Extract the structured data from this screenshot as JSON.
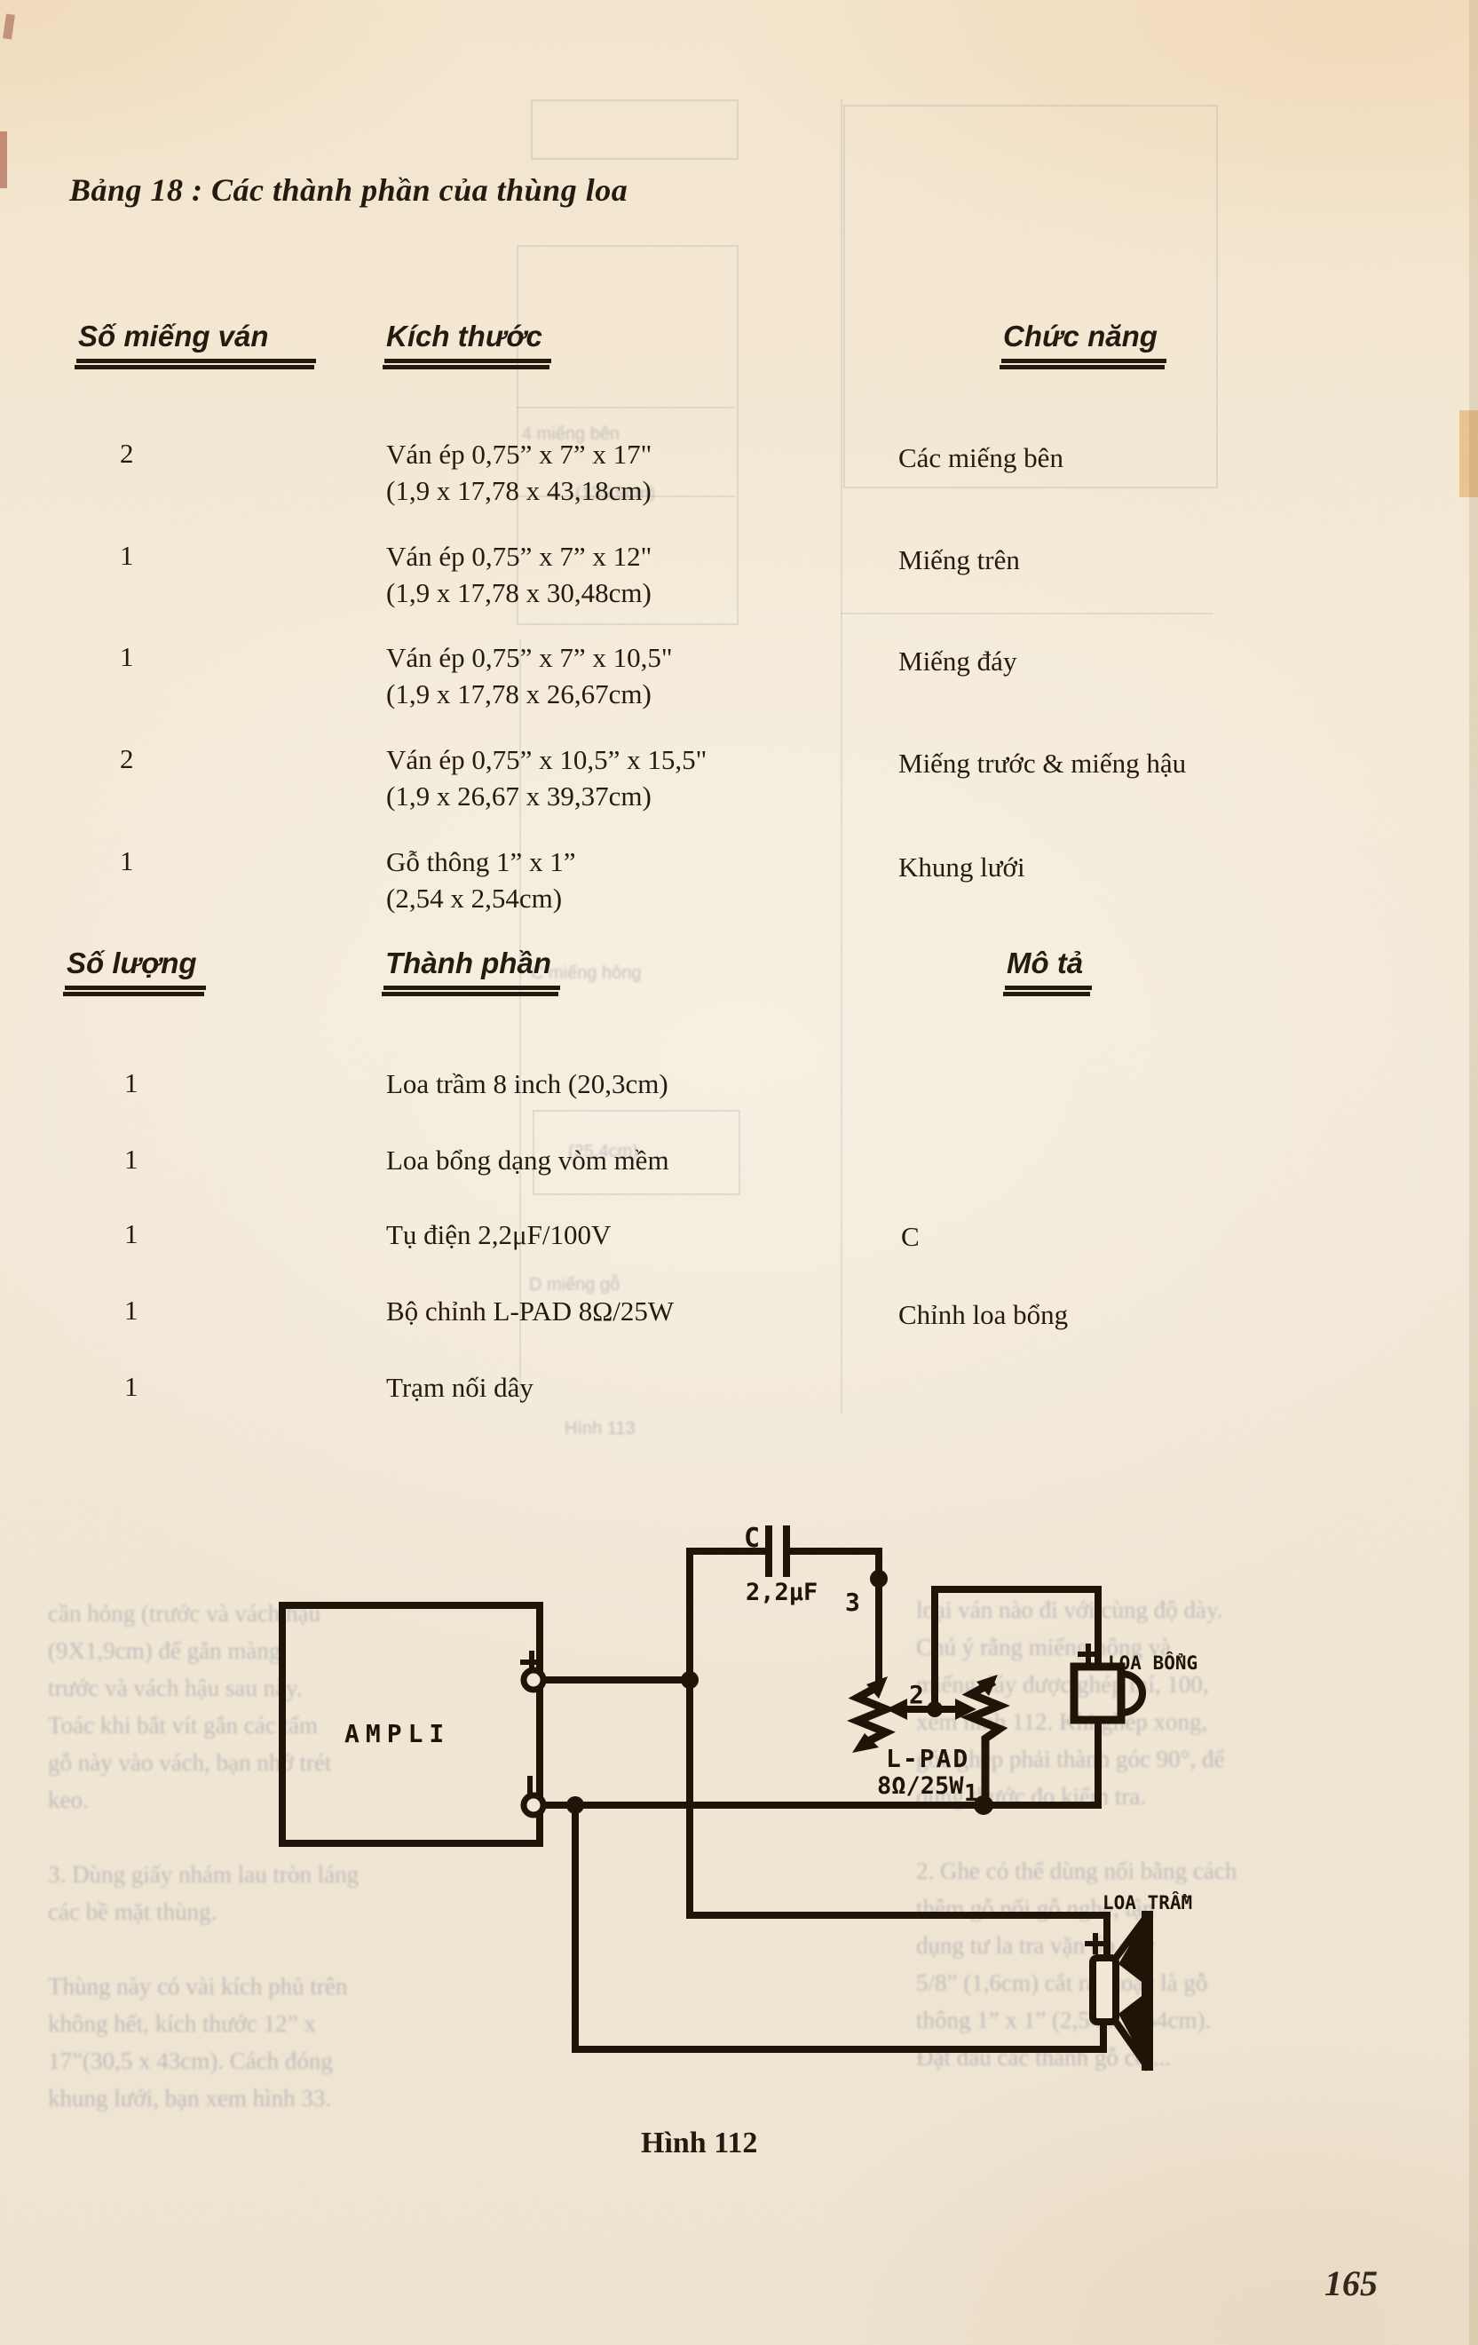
{
  "page": {
    "title": "Bảng 18 : Các thành phần của thùng loa",
    "figure_caption": "Hình 112",
    "page_number": "165"
  },
  "table1": {
    "header": [
      "Số miếng ván",
      "Kích thước",
      "Chức năng"
    ],
    "rows": [
      {
        "qty": "2",
        "size_in": "Ván ép 0,75” x 7” x 17\"",
        "size_cm": "(1,9 x 17,78 x 43,18cm)",
        "role": "Các miếng bên"
      },
      {
        "qty": "1",
        "size_in": "Ván ép 0,75” x 7” x 12\"",
        "size_cm": "(1,9 x 17,78 x 30,48cm)",
        "role": "Miếng trên"
      },
      {
        "qty": "1",
        "size_in": "Ván ép 0,75” x 7” x 10,5\"",
        "size_cm": "(1,9 x 17,78 x 26,67cm)",
        "role": "Miếng đáy"
      },
      {
        "qty": "2",
        "size_in": "Ván ép 0,75” x 10,5” x 15,5\"",
        "size_cm": "(1,9 x 26,67 x 39,37cm)",
        "role": "Miếng trước & miếng hậu"
      },
      {
        "qty": "1",
        "size_in": "Gỗ thông 1” x 1”",
        "size_cm": "(2,54 x 2,54cm)",
        "role": "Khung lưới"
      }
    ]
  },
  "table2": {
    "header": [
      "Số lượng",
      "Thành phần",
      "Mô tả"
    ],
    "rows": [
      {
        "qty": "1",
        "component": "Loa trầm 8 inch (20,3cm)",
        "desc": ""
      },
      {
        "qty": "1",
        "component": "Loa bổng dạng vòm mềm",
        "desc": ""
      },
      {
        "qty": "1",
        "component": "Tụ điện 2,2μF/100V",
        "desc": "C"
      },
      {
        "qty": "1",
        "component": "Bộ chỉnh L-PAD 8Ω/25W",
        "desc": "Chỉnh loa bổng"
      },
      {
        "qty": "1",
        "component": "Trạm nối dây",
        "desc": ""
      }
    ]
  },
  "circuit": {
    "ampli_label": "AMPLI",
    "cap_name": "C",
    "cap_value": "2,2μF",
    "node3": "3",
    "node2": "2",
    "node1": "1",
    "lpad_name": "L-PAD",
    "lpad_value": "8Ω/25W",
    "tweeter_label": "LOA BỔNG",
    "woofer_label": "LOA TRẦM"
  },
  "ghost": {
    "left_lines": [
      "cần hỏng (trước và vách hậu",
      "(9X1,9cm) để gắn màng",
      "trước và vách hậu sau này.",
      "Toác khi bắt vít gắn các tấm",
      "gỗ này vào vách, bạn nhớ trét",
      "keo.",
      " ",
      "3.  Dùng giấy nhám lau tròn láng",
      "các bề mặt thùng.",
      " ",
      "Thùng này có vài kích phủ trên",
      "không hết, kích thước 12” x",
      "17”(30,5 x 43cm). Cách đóng",
      "khung lưới, bạn xem hình 33."
    ],
    "right_lines": [
      "loại ván nào đi với cùng độ dày.",
      "Chú ý rằng miếng hông và",
      "miếng đáy được ghép mí, 100,",
      "xem hình 112. Khi ghép xong,",
      "góc ghép phải thành góc 90°, để",
      "dùng thước đo kiểm tra.",
      " ",
      "2.  Ghe có thể dùng nối bằng cách",
      "thêm gỗ nối gỗ nghe, tận",
      "dụng tư la tra vặn ốp dây",
      "5/8” (1,6cm) cắt ra, hoặc là gỗ",
      "thông 1” x 1” (2,54 x 2,54cm).",
      "Đặt đầu các thanh gỗ có ..."
    ],
    "fragments": [
      "4 miếng bên",
      "(135,9cm)",
      "C miếng hông",
      "(25,4cm)",
      "D miếng gỗ",
      "Hình 113"
    ]
  },
  "colors": {
    "ink": "#241a10",
    "circuit_ink": "#201409",
    "paper": "#f3e8d5"
  }
}
